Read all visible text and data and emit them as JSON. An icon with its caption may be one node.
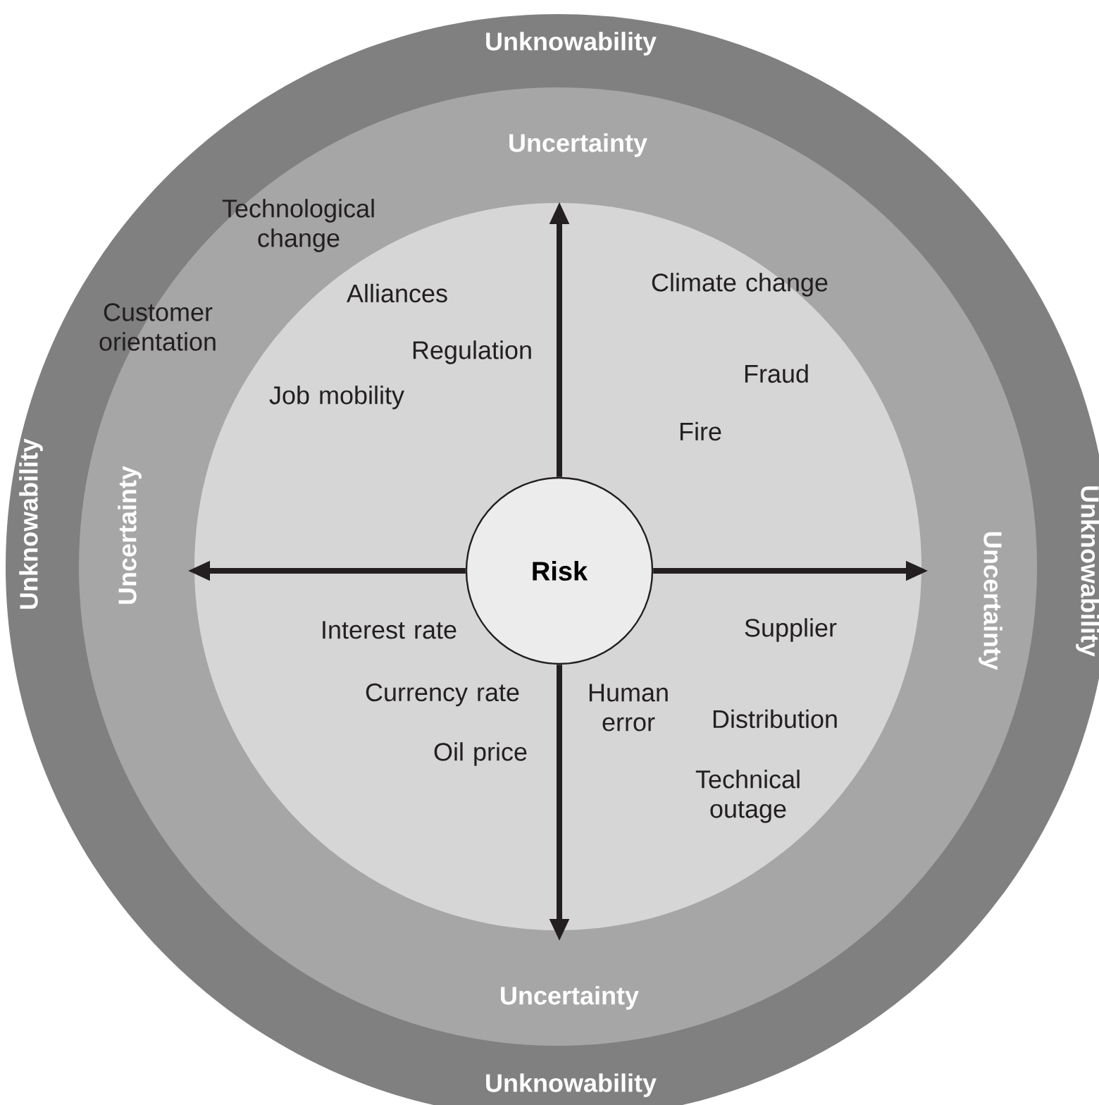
{
  "diagram": {
    "nodes": [
      {
        "text": [
          "Unknowability",
          "Unknowability",
          "Unknowability",
          "Unknowability"
        ]
      },
      {
        "text": [
          "Uncertainty",
          "Uncertainty",
          "Uncertainty",
          "Uncertainty"
        ],
        "in": 0
      },
      {
        "text": [],
        "shape": "circle",
        "in": 1
      },
      {
        "text": [
          "Risk"
        ],
        "in": 2
      }
    ],
    "edges": [
      {
        "from": 3,
        "to": null,
        "arrow": "to"
      },
      {
        "from": 3,
        "to": null,
        "arrow": "to"
      },
      {
        "from": 3,
        "to": null,
        "arrow": "to"
      },
      {
        "from": 3,
        "to": null,
        "arrow": "to"
      }
    ],
    "labels": [
      "Technological change",
      "Climate change",
      "Alliances",
      "Customer orientation",
      "Regulation",
      "Fraud",
      "Job mobility",
      "Fire",
      "Interest rate",
      "Supplier",
      "Currency rate",
      "Human error",
      "Distribution",
      "Oil price",
      "Technical outage"
    ]
  }
}
